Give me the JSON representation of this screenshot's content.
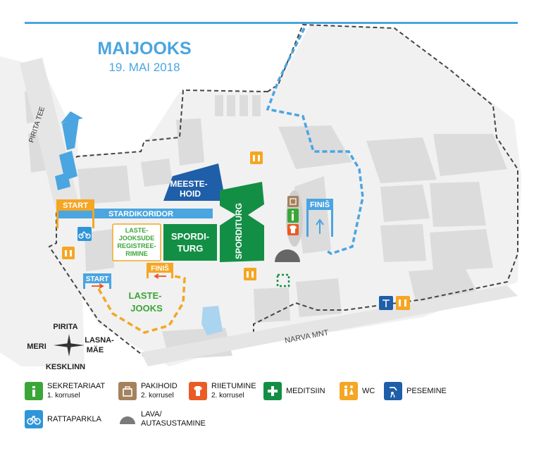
{
  "header": {
    "title": "MAIJOOKS",
    "date": "19. MAI 2018"
  },
  "map_labels": {
    "road_pirita_tee": "PIRITA TEE",
    "road_narva_mnt": "NARVA MNT",
    "stardikoridor": "STARDIKORIDOR",
    "start_main": "START",
    "start_kids": "START",
    "finish_main": "FINIŠ",
    "finish_kids": "FINIŠ",
    "meestehoid_l1": "MEESTE-",
    "meestehoid_l2": "HOID",
    "spordi_turg_l1": "SPORDI-",
    "spordi_turg_l2": "TURG",
    "sporditurg_vertical": "SPORDITURG",
    "registration_l1": "LASTE-",
    "registration_l2": "JOOKSUDE",
    "registration_l3": "REGISTREE-",
    "registration_l4": "RIMINE",
    "kids_run_l1": "LASTE-",
    "kids_run_l2": "JOOKS"
  },
  "compass": {
    "north": "PIRITA",
    "west": "MERI",
    "east_l1": "LASNA-",
    "east_l2": "MÄE",
    "south": "KESKLINN"
  },
  "legend": [
    {
      "id": "sekretariaat",
      "label": "SEKRETARIAAT",
      "sub": "1. korrusel",
      "color": "#3aa637",
      "icon": "info-icon"
    },
    {
      "id": "pakihoid",
      "label": "PAKIHOID",
      "sub": "2. korrusel",
      "color": "#a4825c",
      "icon": "bag-icon"
    },
    {
      "id": "riietumine",
      "label": "RIIETUMINE",
      "sub": "2. korrusel",
      "color": "#ea5b25",
      "icon": "shirt-icon"
    },
    {
      "id": "meditsiin",
      "label": "MEDITSIIN",
      "sub": "",
      "color": "#138f45",
      "icon": "cross-icon"
    },
    {
      "id": "wc",
      "label": "WC",
      "sub": "",
      "color": "#f5a623",
      "icon": "wc-icon"
    },
    {
      "id": "pesemine",
      "label": "PESEMINE",
      "sub": "",
      "color": "#1f5ea8",
      "icon": "shower-icon"
    },
    {
      "id": "rattaparkla",
      "label": "RATTAPARKLA",
      "sub": "",
      "color": "#2f95d8",
      "icon": "bicycle-icon"
    },
    {
      "id": "lava",
      "label": "LAVA/",
      "sub": "AUTASUSTAMINE",
      "color": "#888888",
      "icon": "stage-icon"
    }
  ],
  "colors": {
    "blue": "#4aa5e0",
    "dark_blue": "#1f5ea8",
    "green": "#138f45",
    "orange": "#f5a623",
    "orange_text": "#f0a12a",
    "kids_green": "#3aa637"
  }
}
